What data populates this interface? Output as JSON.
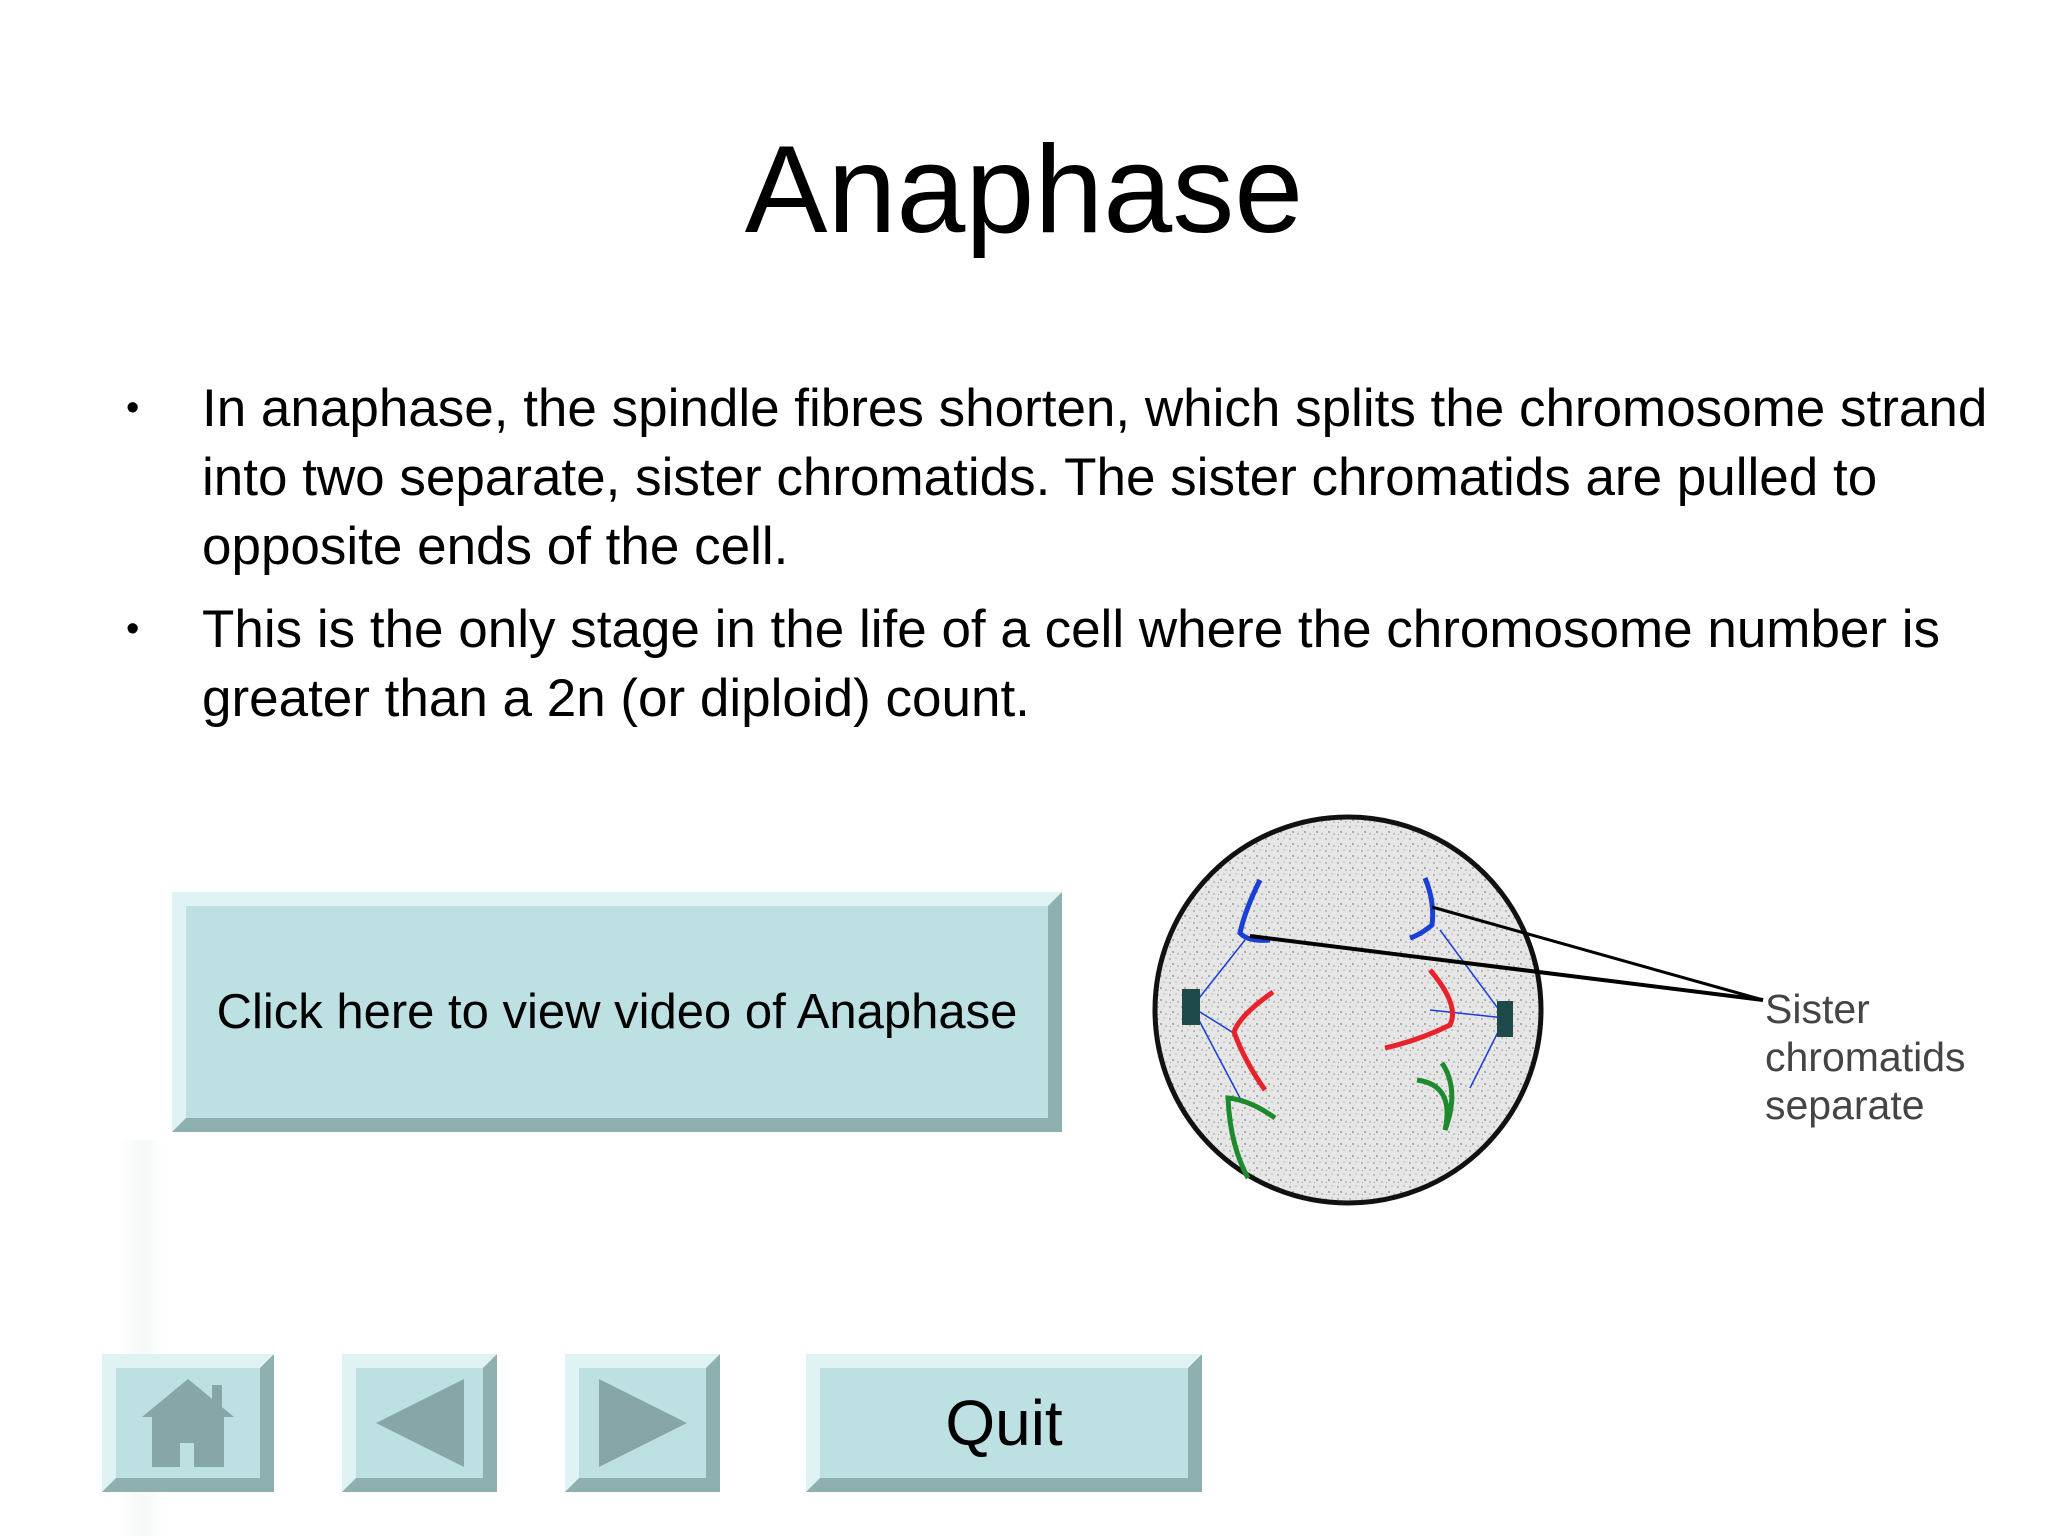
{
  "slide": {
    "title": "Anaphase",
    "bullets": [
      "In anaphase, the spindle fibres shorten, which splits the chromosome strand into two separate, sister chromatids.  The sister chromatids are pulled to opposite ends of the cell.",
      "This is the only stage in the life of a cell where the chromosome number is greater than a 2n (or diploid) count."
    ],
    "bullet_glyph": "•"
  },
  "video_button": {
    "label": "Click here to view video of Anaphase"
  },
  "diagram": {
    "caption_lines": [
      "Sister",
      "chromatids",
      "separate"
    ],
    "chromatid_colors": {
      "blue": "#1a3fd6",
      "red": "#e8222a",
      "green": "#1e8a2e",
      "centrosome": "#1e4a4a"
    }
  },
  "nav": {
    "home_icon": "home-icon",
    "prev_icon": "triangle-left-icon",
    "next_icon": "triangle-right-icon",
    "quit_label": "Quit",
    "button_color": "#bde0e2",
    "icon_color": "#86a6a8"
  }
}
